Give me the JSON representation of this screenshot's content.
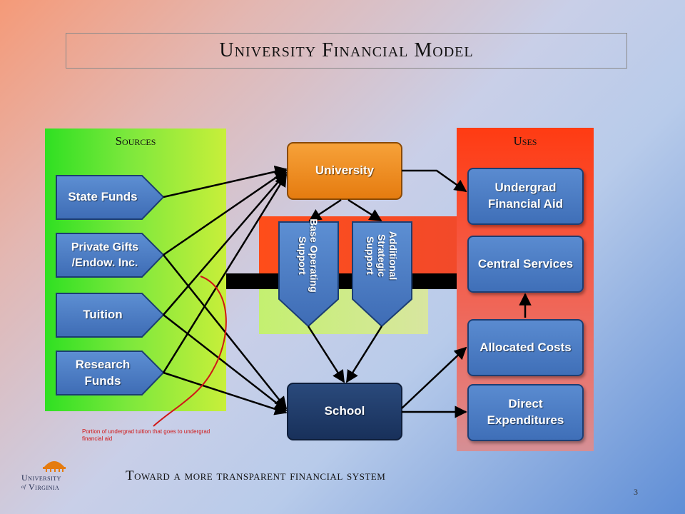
{
  "title": "University Financial Model",
  "subtitle": "Toward a more transparent financial system",
  "page_number": "3",
  "sources": {
    "label": "Sources",
    "items": [
      "State Funds",
      "Private Gifts /Endow. Inc.",
      "Tuition",
      "Research Funds"
    ]
  },
  "uses": {
    "label": "Uses",
    "items": [
      "Undergrad Financial Aid",
      "Central Services",
      "Allocated Costs",
      "Direct Expenditures"
    ]
  },
  "center": {
    "university": "University",
    "school": "School",
    "base_support": "Base Operating Support",
    "strategic_support": "Additional Strategic Support"
  },
  "annotation": "Portion of undergrad tuition that goes to undergrad financial aid",
  "logo": {
    "line1": "University",
    "line2": "Virginia",
    "of": "of"
  },
  "colors": {
    "university_box": "#f28a17",
    "school_box": "#1f3a66",
    "shape_blue": "#4a7bc4",
    "annotation": "#d01818"
  }
}
